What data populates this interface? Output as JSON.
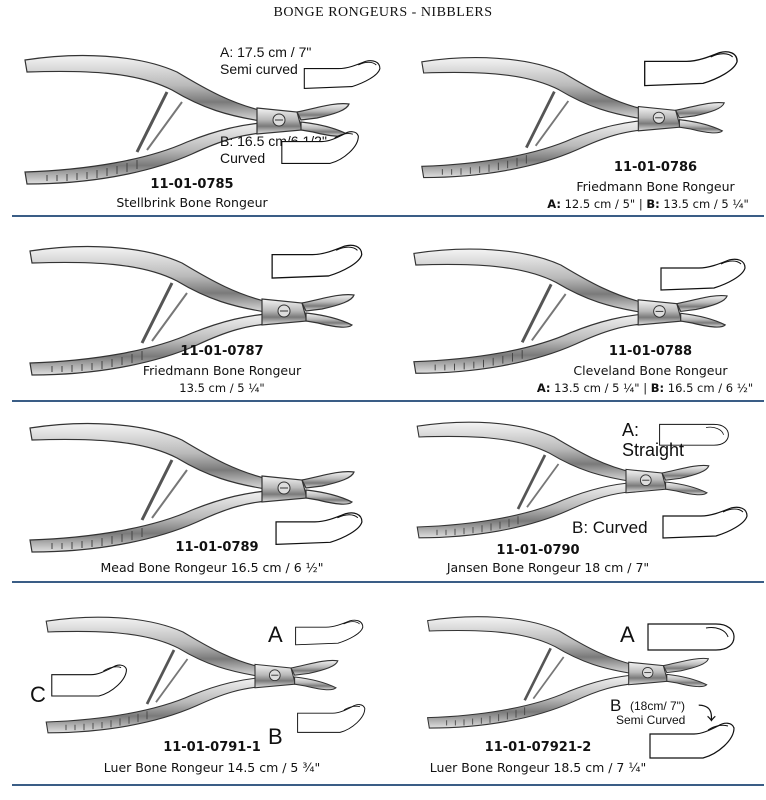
{
  "page": {
    "title": "BONGE RONGEURS - NIBBLERS"
  },
  "products": [
    {
      "code": "11-01-0785",
      "name": "Stellbrink Bone Rongeur",
      "variants": [
        {
          "label": "A: 17.5 cm / 7\"",
          "sub": "Semi curved"
        },
        {
          "label": "B: 16.5 cm/6 1/2\"",
          "sub": "Curved"
        }
      ]
    },
    {
      "code": "11-01-0786",
      "name": "Friedmann Bone Rongeur",
      "size_a_key": "A:",
      "size_a": " 12.5 cm / 5\" | ",
      "size_b_key": "B:",
      "size_b": " 13.5 cm / 5 ¼\""
    },
    {
      "code": "11-01-0787",
      "name": "Friedmann Bone Rongeur",
      "size": "13.5 cm / 5 ¼\""
    },
    {
      "code": "11-01-0788",
      "name": "Cleveland Bone Rongeur",
      "size_a_key": "A:",
      "size_a": " 13.5 cm / 5 ¼\" | ",
      "size_b_key": "B:",
      "size_b": " 16.5 cm / 6 ½\""
    },
    {
      "code": "11-01-0789",
      "name": "Mead Bone Rongeur 16.5 cm / 6 ½\""
    },
    {
      "code": "11-01-0790",
      "name": "Jansen Bone Rongeur 18 cm / 7\"",
      "variants": [
        {
          "label": "A:",
          "sub": "Straight"
        },
        {
          "label": "B: Curved"
        }
      ]
    },
    {
      "code": "11-01-0791-1",
      "name": "Luer Bone Rongeur 14.5 cm / 5 ¾\"",
      "variants": [
        {
          "label": "A"
        },
        {
          "label": "B"
        },
        {
          "label": "C"
        }
      ]
    },
    {
      "code": "11-01-07921-2",
      "name": "Luer Bone Rongeur 18.5 cm / 7 ¼\"",
      "variants": [
        {
          "label": "A"
        },
        {
          "label": "B",
          "size": "(18cm/ 7\")",
          "sub": "Semi Curved"
        }
      ]
    }
  ]
}
